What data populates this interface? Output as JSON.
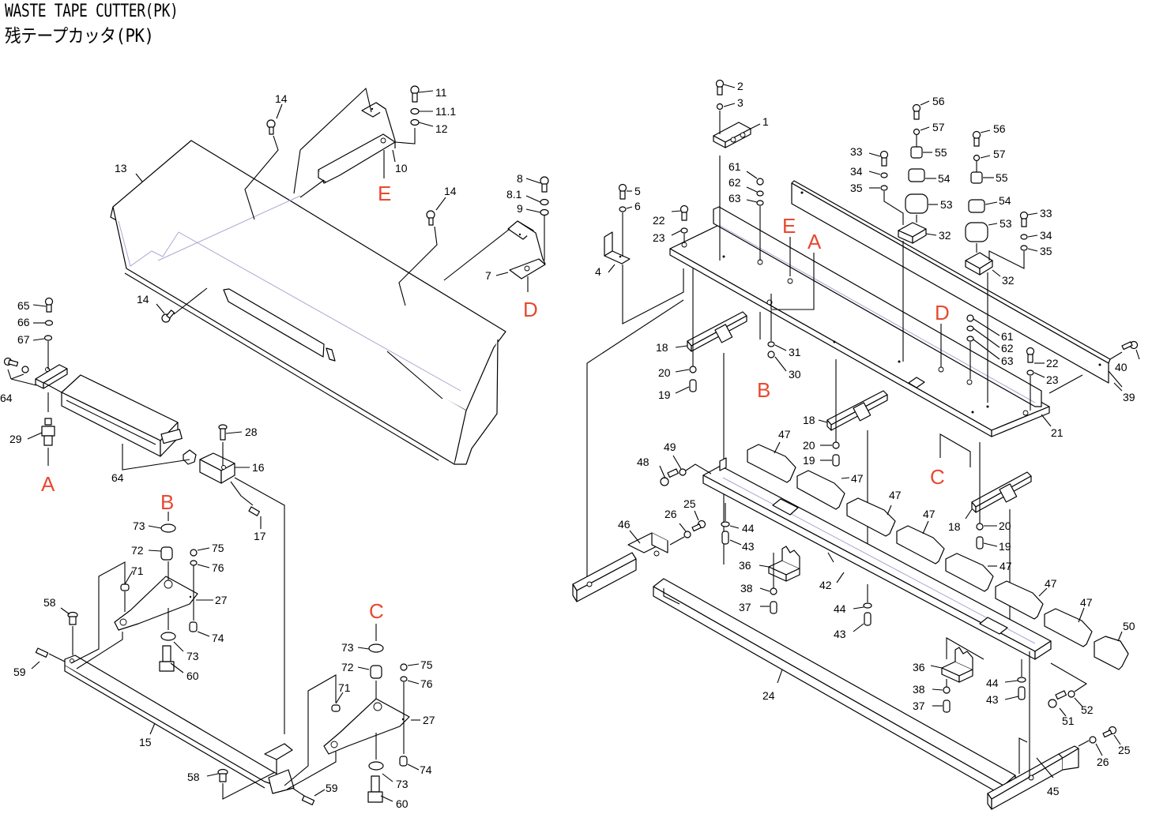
{
  "title": {
    "english": "WASTE TAPE CUTTER(PK)",
    "japanese": "残テープカッタ(PK)"
  },
  "colors": {
    "reference_letter": "#e8492f",
    "hidden_line": "#a9a9d2",
    "line": "#000000"
  },
  "reference_letters": {
    "A": "A",
    "B": "B",
    "C": "C",
    "D": "D",
    "E": "E"
  },
  "callouts": {
    "p1": "1",
    "p2": "2",
    "p3": "3",
    "p4": "4",
    "p5": "5",
    "p6": "6",
    "p7": "7",
    "p8": "8",
    "p8_1": "8.1",
    "p9": "9",
    "p10": "10",
    "p11": "11",
    "p11_1": "11.1",
    "p12": "12",
    "p13": "13",
    "p14": "14",
    "p15": "15",
    "p16": "16",
    "p17": "17",
    "p18": "18",
    "p19": "19",
    "p20": "20",
    "p21": "21",
    "p22": "22",
    "p23": "23",
    "p24": "24",
    "p25": "25",
    "p26": "26",
    "p27": "27",
    "p28": "28",
    "p29": "29",
    "p30": "30",
    "p31": "31",
    "p32": "32",
    "p33": "33",
    "p34": "34",
    "p35": "35",
    "p36": "36",
    "p37": "37",
    "p38": "38",
    "p39": "39",
    "p40": "40",
    "p42": "42",
    "p43": "43",
    "p44": "44",
    "p45": "45",
    "p46": "46",
    "p47": "47",
    "p48": "48",
    "p49": "49",
    "p50": "50",
    "p51": "51",
    "p52": "52",
    "p53": "53",
    "p54": "54",
    "p55": "55",
    "p56": "56",
    "p57": "57",
    "p58": "58",
    "p59": "59",
    "p60": "60",
    "p61": "61",
    "p62": "62",
    "p63": "63",
    "p64": "64",
    "p65": "65",
    "p66": "66",
    "p67": "67",
    "p71": "71",
    "p72": "72",
    "p73": "73",
    "p74": "74",
    "p75": "75",
    "p76": "76"
  }
}
